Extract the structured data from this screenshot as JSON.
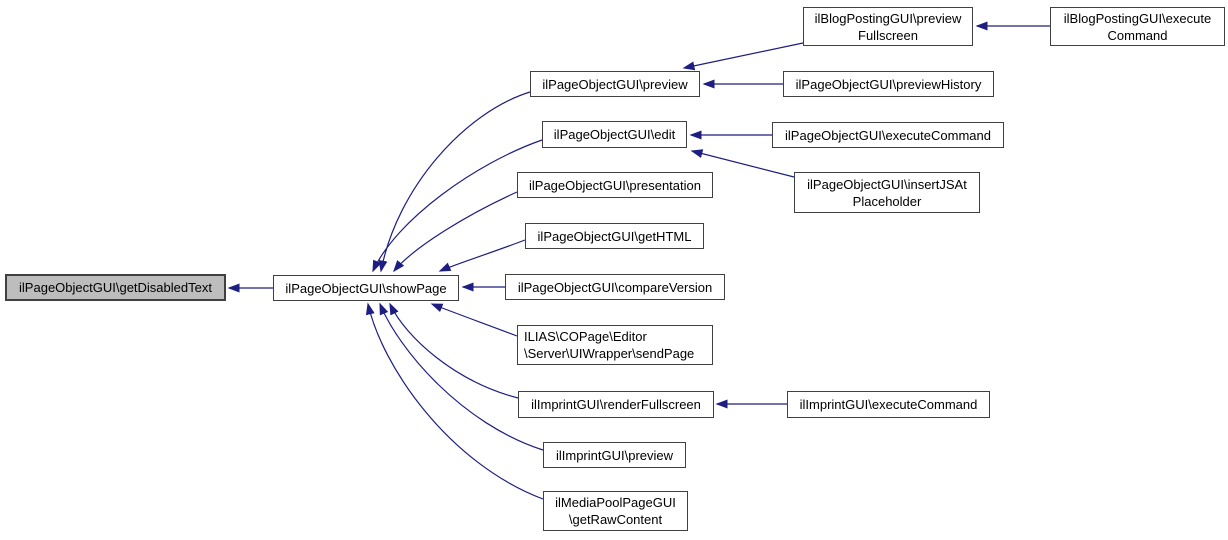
{
  "diagram": {
    "kind": "caller-graph",
    "colors": {
      "edge": "#1e1e82",
      "node_fill": "#ffffff",
      "node_border": "#404040",
      "highlight_fill": "#bdbdbd",
      "text": "#000000",
      "background": "#ffffff"
    },
    "nodes": {
      "getDisabledText": {
        "lines": [
          "ilPageObjectGUI\\getDisabledText"
        ],
        "highlighted": true
      },
      "showPage": {
        "lines": [
          "ilPageObjectGUI\\showPage"
        ]
      },
      "previewFullscreen": {
        "lines": [
          "ilBlogPostingGUI\\preview",
          "Fullscreen"
        ]
      },
      "blogExecuteCommand": {
        "lines": [
          "ilBlogPostingGUI\\execute",
          "Command"
        ]
      },
      "preview": {
        "lines": [
          "ilPageObjectGUI\\preview"
        ]
      },
      "previewHistory": {
        "lines": [
          "ilPageObjectGUI\\previewHistory"
        ]
      },
      "edit": {
        "lines": [
          "ilPageObjectGUI\\edit"
        ]
      },
      "pageExecuteCommand": {
        "lines": [
          "ilPageObjectGUI\\executeCommand"
        ]
      },
      "insertJSAtPlaceholder": {
        "lines": [
          "ilPageObjectGUI\\insertJSAt",
          "Placeholder"
        ]
      },
      "presentation": {
        "lines": [
          "ilPageObjectGUI\\presentation"
        ]
      },
      "getHTML": {
        "lines": [
          "ilPageObjectGUI\\getHTML"
        ]
      },
      "compareVersion": {
        "lines": [
          "ilPageObjectGUI\\compareVersion"
        ]
      },
      "sendPage": {
        "lines": [
          "ILIAS\\COPage\\Editor",
          "\\Server\\UIWrapper\\sendPage"
        ]
      },
      "renderFullscreen": {
        "lines": [
          "ilImprintGUI\\renderFullscreen"
        ]
      },
      "imprintExecuteCommand": {
        "lines": [
          "ilImprintGUI\\executeCommand"
        ]
      },
      "imprintPreview": {
        "lines": [
          "ilImprintGUI\\preview"
        ]
      },
      "getRawContent": {
        "lines": [
          "ilMediaPoolPageGUI",
          "\\getRawContent"
        ]
      }
    }
  }
}
